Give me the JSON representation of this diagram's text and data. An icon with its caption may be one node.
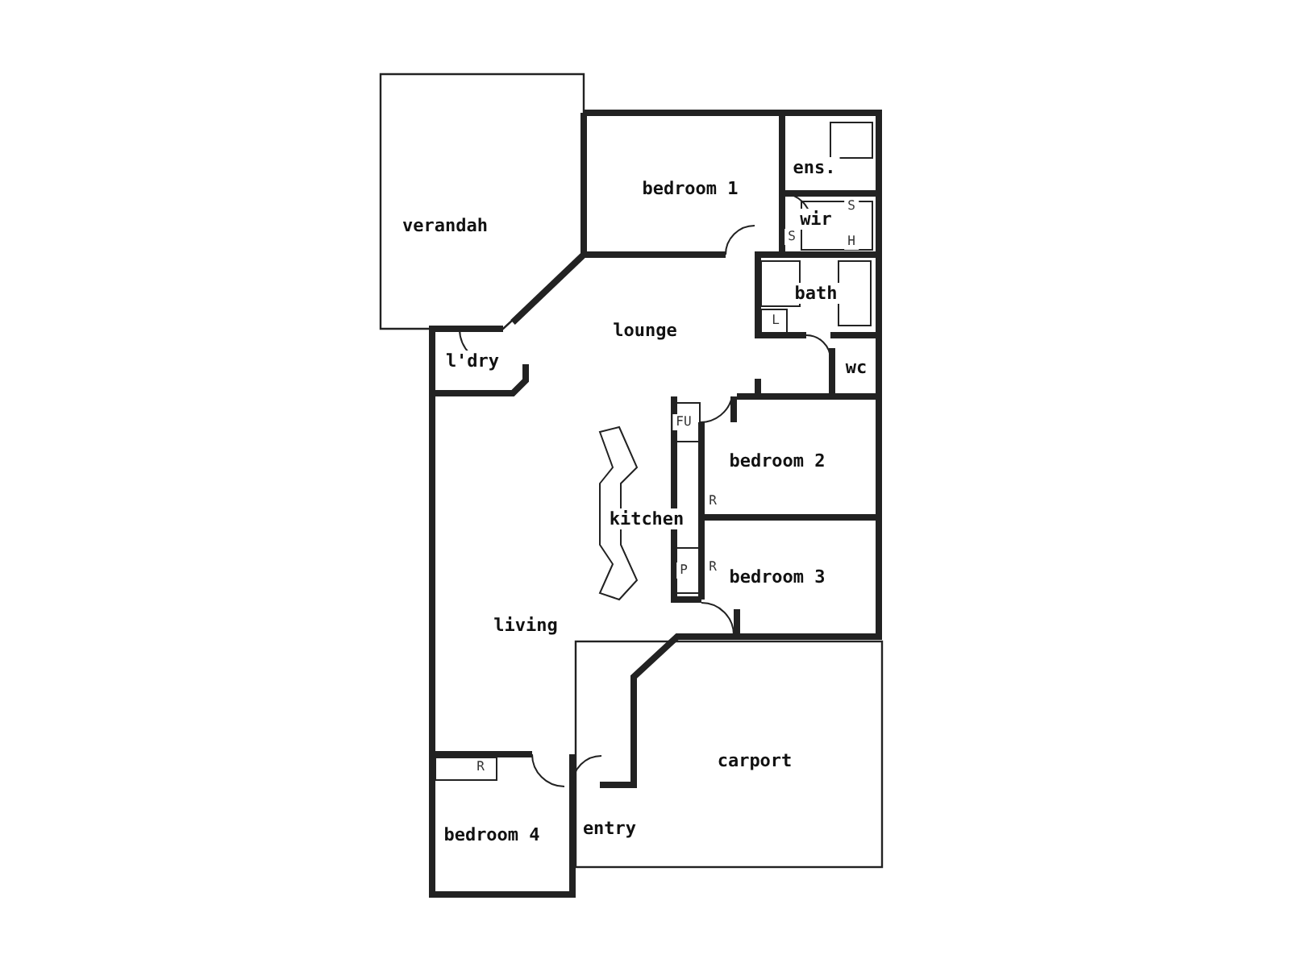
{
  "diagram": {
    "nodes": [
      {
        "text": [
          "verandah"
        ]
      },
      {
        "text": [
          "bedroom 1"
        ]
      },
      {
        "text": [
          "ens."
        ]
      },
      {
        "text": [
          "wir"
        ]
      },
      {
        "text": [
          "bath"
        ]
      },
      {
        "text": [
          "lounge"
        ]
      },
      {
        "text": [
          "l'dry"
        ]
      },
      {
        "text": [
          "wc"
        ]
      },
      {
        "text": [
          "bedroom 2"
        ]
      },
      {
        "text": [
          "kitchen"
        ]
      },
      {
        "text": [
          "bedroom 3"
        ]
      },
      {
        "text": [
          "living"
        ]
      },
      {
        "text": [
          "carport"
        ]
      },
      {
        "text": [
          "bedroom 4"
        ]
      },
      {
        "text": [
          "entry"
        ]
      }
    ],
    "edges": [],
    "labels": [
      "S",
      "S",
      "H",
      "L",
      "FU",
      "R",
      "P",
      "R",
      "R"
    ]
  }
}
